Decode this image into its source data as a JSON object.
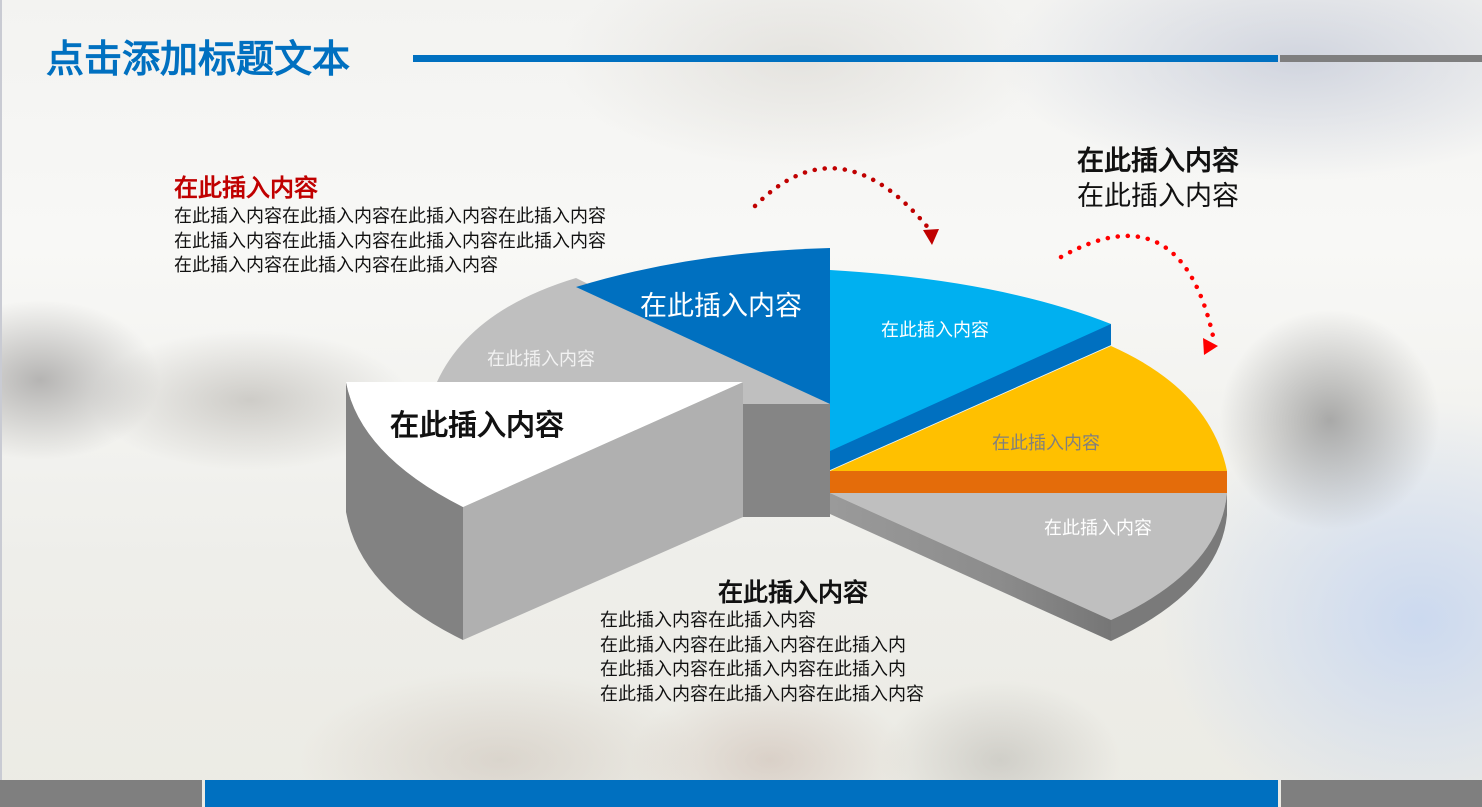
{
  "title": "点击添加标题文本",
  "colors": {
    "accent_blue": "#0070c0",
    "accent_gray": "#7f7f7f",
    "cyan": "#00b0f0",
    "yellow": "#ffc000",
    "orange": "#e46c0a",
    "red_heading": "#c00000",
    "arrow_red": "#e00000"
  },
  "callouts": {
    "top_left": {
      "heading": "在此插入内容",
      "lines": [
        "在此插入内容在此插入内容在此插入内容在此插入内容",
        "在此插入内容在此插入内容在此插入内容在此插入内容",
        "在此插入内容在此插入内容在此插入内容"
      ]
    },
    "top_right": {
      "heading": "在此插入内容",
      "subheading": "在此插入内容"
    },
    "bottom_middle": {
      "heading": "在此插入内容",
      "lines": [
        "在此插入内容在此插入内容",
        "在此插入内容在此插入内容在此插入内",
        "在此插入内容在此插入内容在此插入内",
        "在此插入内容在此插入内容在此插入内容"
      ]
    }
  },
  "pie": {
    "slices": [
      {
        "id": "dark-blue",
        "label": "在此插入内容",
        "color": "#0070c0"
      },
      {
        "id": "gray-back",
        "label": "在此插入内容",
        "color": "#bfbfbf"
      },
      {
        "id": "white-exploded",
        "label": "在此插入内容",
        "color": "#ffffff"
      },
      {
        "id": "cyan",
        "label": "在此插入内容",
        "color": "#00b0f0"
      },
      {
        "id": "yellow",
        "label": "在此插入内容",
        "color": "#ffc000"
      },
      {
        "id": "gray-front",
        "label": "在此插入内容",
        "color": "#bfbfbf"
      }
    ]
  },
  "arrows": [
    {
      "id": "arrow-top-center",
      "icon": "curved-dotted-arrow-icon"
    },
    {
      "id": "arrow-top-right",
      "icon": "curved-dotted-arrow-icon"
    }
  ]
}
